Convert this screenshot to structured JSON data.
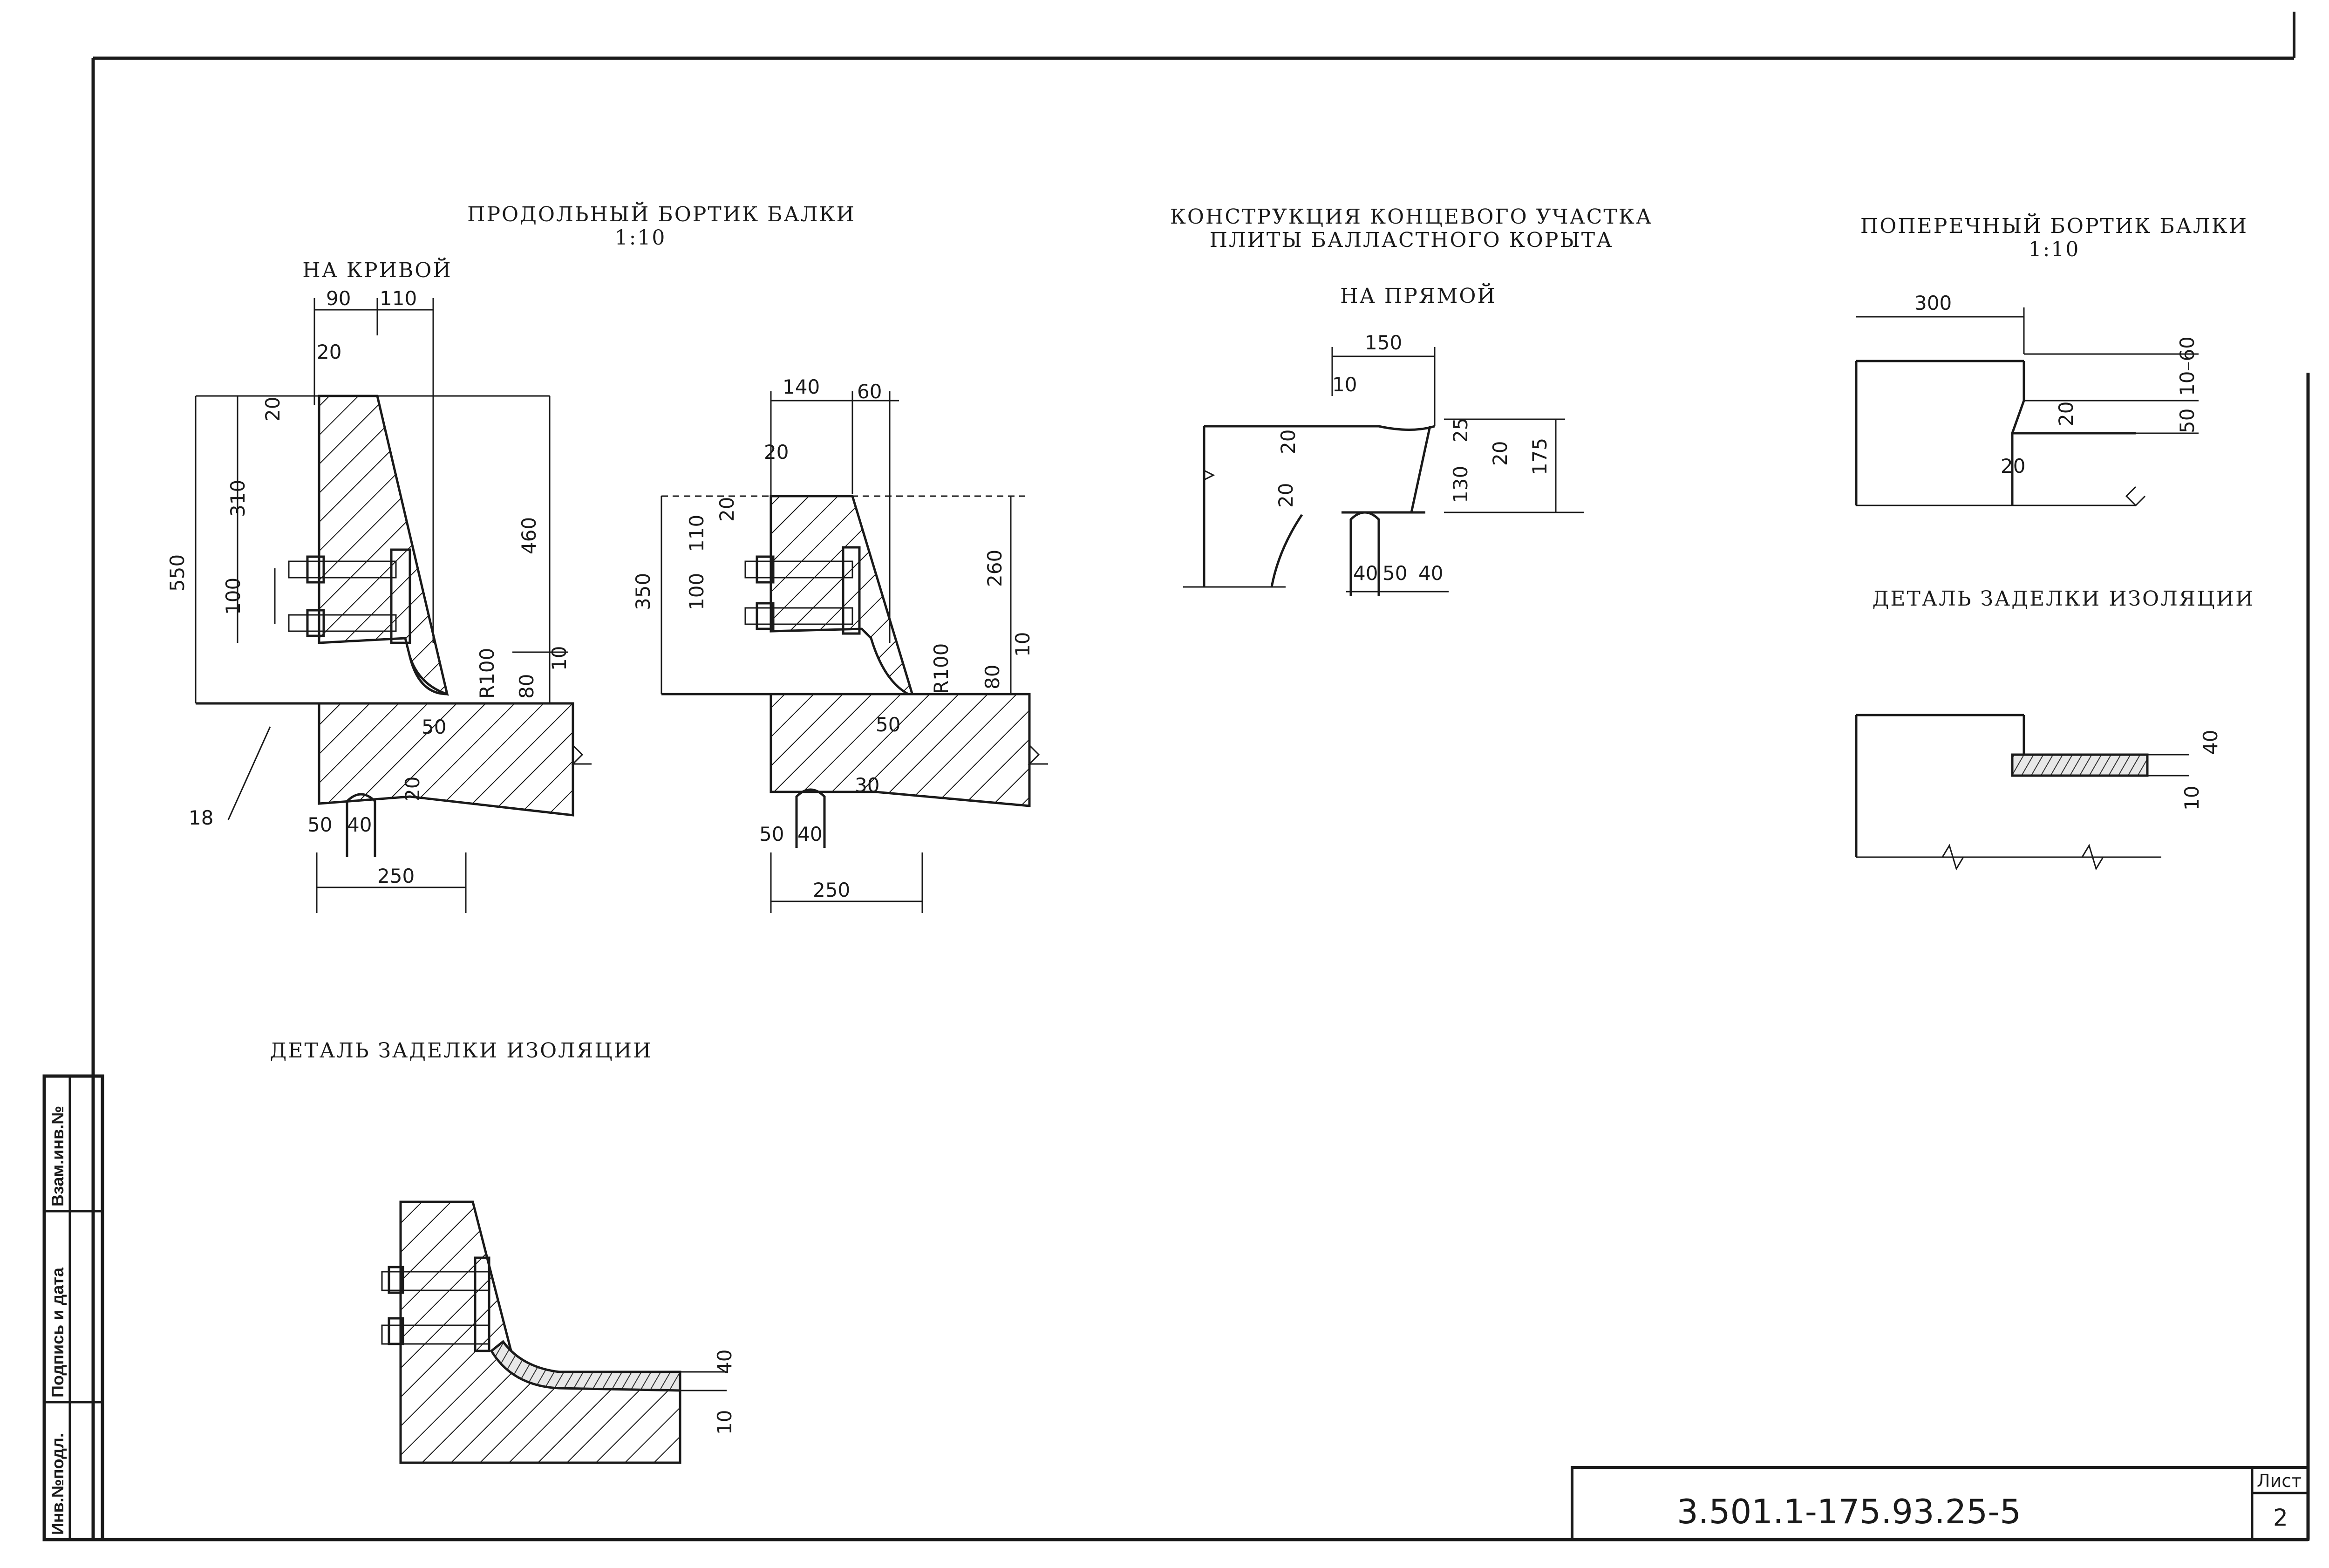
{
  "titles": {
    "longitudinal": "ПРОДОЛЬНЫЙ БОРТИК БАЛКИ",
    "longitudinal_scale": "1:10",
    "on_curve": "НА КРИВОЙ",
    "end_section_line1": "КОНСТРУКЦИЯ КОНЦЕВОГО УЧАСТКА",
    "end_section_line2": "ПЛИТЫ БАЛЛАСТНОГО КОРЫТА",
    "on_straight": "НА ПРЯМОЙ",
    "transverse": "ПОПЕРЕЧНЫЙ БОРТИК БАЛКИ",
    "transverse_scale": "1:10",
    "insulation_detail_right": "ДЕТАЛЬ ЗАДЕЛКИ ИЗОЛЯЦИИ",
    "insulation_detail_left": "ДЕТАЛЬ ЗАДЕЛКИ ИЗОЛЯЦИИ"
  },
  "dims_curve": {
    "d90": "90",
    "d110": "110",
    "d20_top": "20",
    "d20_side": "20",
    "d310": "310",
    "d550": "550",
    "d100": "100",
    "d460": "460",
    "r100": "R100",
    "d10": "10",
    "d80": "80",
    "d50_diag": "50",
    "d20_small": "20",
    "d50": "50",
    "d40": "40",
    "d250": "250",
    "leader18": "18"
  },
  "dims_mid": {
    "d140": "140",
    "d60": "60",
    "d20_top": "20",
    "d20_side": "20",
    "d110": "110",
    "d350": "350",
    "d100": "100",
    "d260": "260",
    "r100": "R100",
    "d10": "10",
    "d80": "80",
    "d50_diag": "50",
    "d30": "30",
    "d50": "50",
    "d40": "40",
    "d250": "250"
  },
  "dims_end": {
    "d150": "150",
    "d10": "10",
    "d20a": "20",
    "d25": "25",
    "d20b": "20",
    "d130": "130",
    "d175": "175",
    "d20c": "20",
    "d40a": "40",
    "d50": "50",
    "d40b": "40"
  },
  "dims_transverse": {
    "d300": "300",
    "d10_60": "10–60",
    "d20": "20",
    "d50": "50",
    "d20_bottom": "20"
  },
  "dims_ins_right": {
    "d40": "40",
    "d10": "10"
  },
  "dims_ins_left": {
    "d40": "40",
    "d10": "10"
  },
  "side_stamp": {
    "inv_no": "Инв.№подл.",
    "sign_date": "Подпись и дата",
    "vzam": "Взам.инв.№"
  },
  "title_block": {
    "doc_code": "3.501.1-175.93.25-5",
    "sheet_label": "Лист",
    "sheet_number": "2"
  }
}
